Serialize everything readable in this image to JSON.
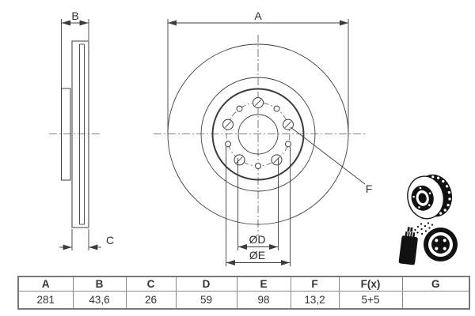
{
  "drawing": {
    "dimension_labels": {
      "A": "A",
      "B": "B",
      "C": "C",
      "D": "ØD",
      "E": "ØE",
      "F": "F"
    }
  },
  "spec_table": {
    "headers": [
      "A",
      "B",
      "C",
      "D",
      "E",
      "F",
      "F(x)",
      "G"
    ],
    "values": [
      "281",
      "43,6",
      "26",
      "59",
      "98",
      "13,2",
      "5+5",
      ""
    ]
  },
  "icons": {
    "top": "vented-brake-disc-icon",
    "bottom": "spray-coated-brake-disc-icon"
  },
  "colors": {
    "line": "#3c3c3c",
    "centerline": "#5a5a5a",
    "table_border": "#8a8a8a",
    "text": "#2d2d2d"
  }
}
